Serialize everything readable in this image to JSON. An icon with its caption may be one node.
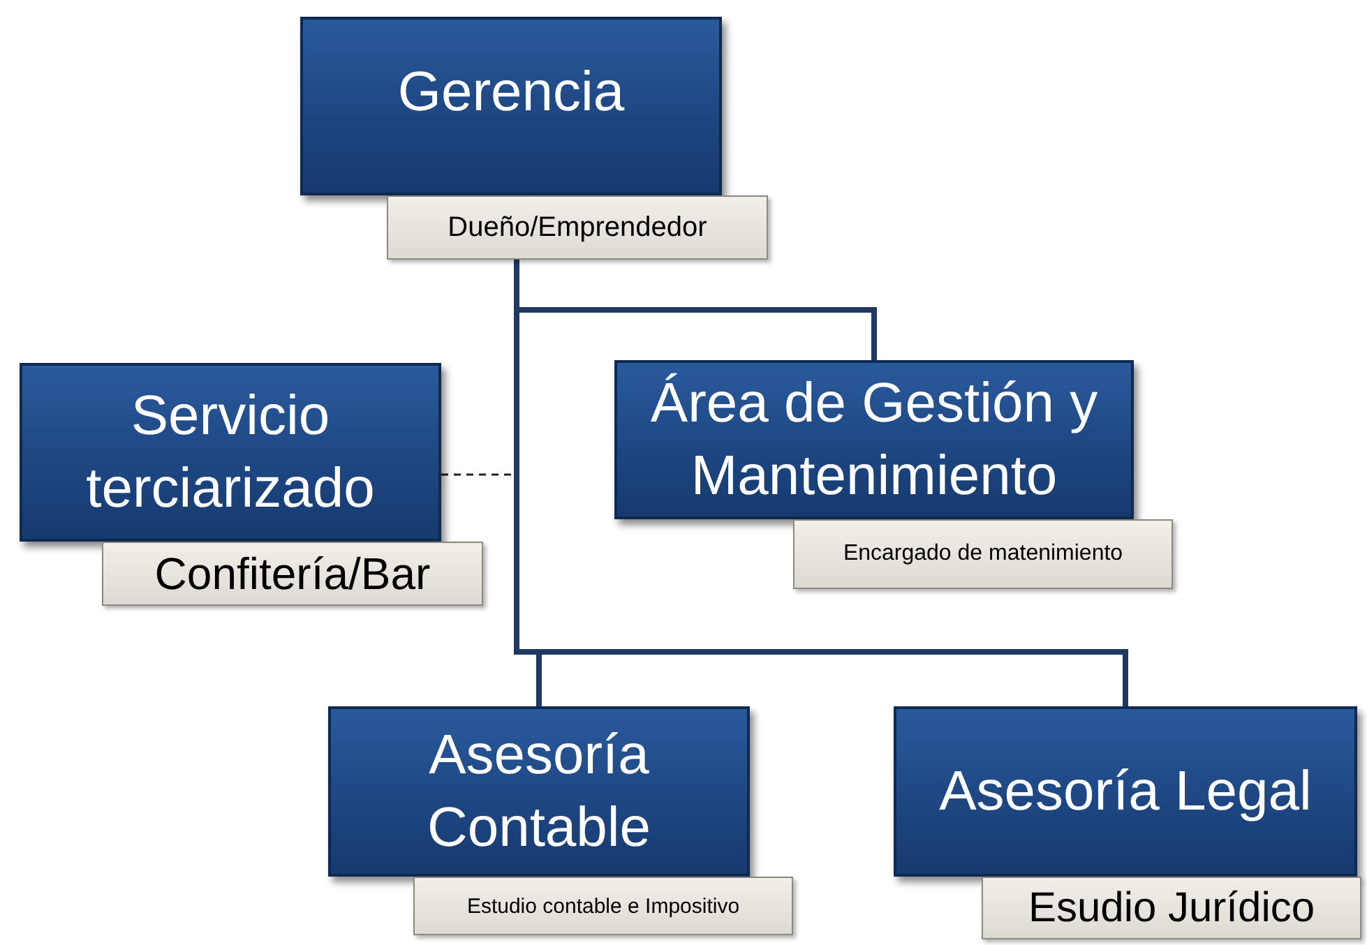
{
  "diagram": {
    "nodes": [
      {
        "text": [
          "Gerencia"
        ]
      },
      {
        "text": [
          "Dueño/Emprendedor"
        ]
      },
      {
        "text": [
          "Servicio terciarizado"
        ]
      },
      {
        "text": [
          "Confitería/Bar"
        ]
      },
      {
        "text": [
          "Área de Gestión y Mantenimiento"
        ]
      },
      {
        "text": [
          "Encargado de matenimiento"
        ]
      },
      {
        "text": [
          "Asesoría Contable"
        ]
      },
      {
        "text": [
          "Estudio contable e Impositivo"
        ]
      },
      {
        "text": [
          "Asesoría Legal"
        ]
      },
      {
        "text": [
          "Esudio Jurídico"
        ]
      }
    ],
    "edges": [
      {
        "from": 1,
        "to": 4,
        "arrow": "none"
      },
      {
        "from": 1,
        "to": 6,
        "arrow": "none"
      },
      {
        "from": 1,
        "to": 8,
        "arrow": "none"
      },
      {
        "from": 2,
        "to": null,
        "arrow": "none",
        "style": "dashed"
      }
    ]
  }
}
